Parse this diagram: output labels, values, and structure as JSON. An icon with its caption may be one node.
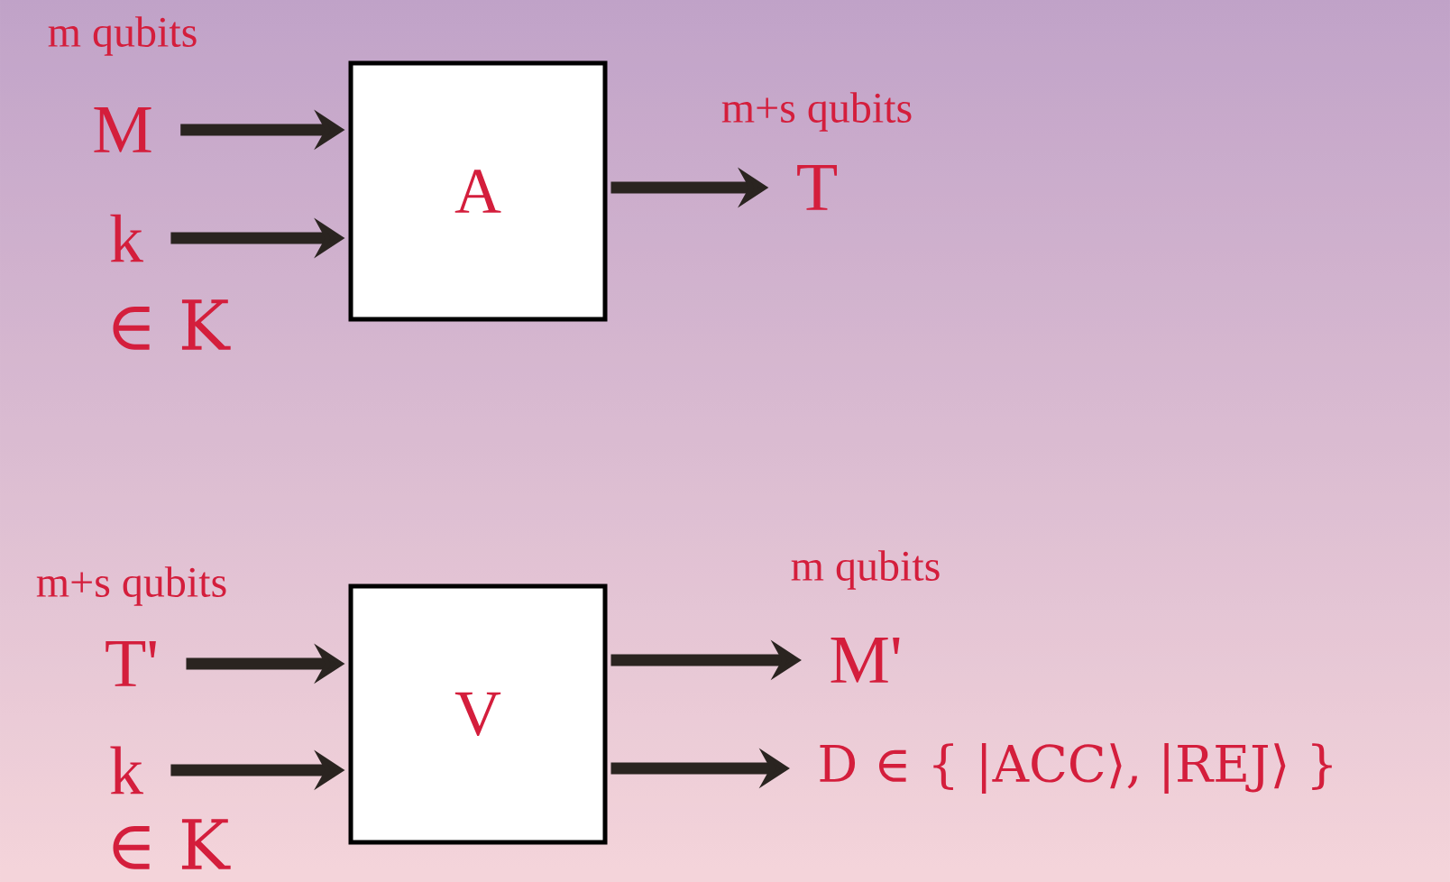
{
  "diagram": {
    "nodes": [
      {
        "text": [
          "M"
        ],
        "beside": [
          "m qubits"
        ]
      },
      {
        "text": [
          "k"
        ],
        "beside": [
          "∈ K"
        ]
      },
      {
        "text": [
          "A"
        ]
      },
      {
        "text": [
          "T"
        ],
        "beside": [
          "m+s qubits"
        ]
      },
      {
        "text": [
          "T'"
        ],
        "beside": [
          "m+s qubits"
        ]
      },
      {
        "text": [
          "k"
        ],
        "beside": [
          "∈ K"
        ]
      },
      {
        "text": [
          "V"
        ]
      },
      {
        "text": [
          "M'"
        ],
        "beside": [
          "m qubits"
        ]
      },
      {
        "text": [
          "D ∈ { |ACC⟩, |REJ⟩ }"
        ]
      }
    ],
    "edges": [
      {
        "from": 0,
        "to": 2,
        "arrow": "to"
      },
      {
        "from": 1,
        "to": 2,
        "arrow": "to"
      },
      {
        "from": 2,
        "to": 3,
        "arrow": "to"
      },
      {
        "from": 4,
        "to": 6,
        "arrow": "to"
      },
      {
        "from": 5,
        "to": 6,
        "arrow": "to"
      },
      {
        "from": 6,
        "to": 7,
        "arrow": "to"
      },
      {
        "from": 6,
        "to": 8,
        "arrow": "to"
      }
    ]
  }
}
